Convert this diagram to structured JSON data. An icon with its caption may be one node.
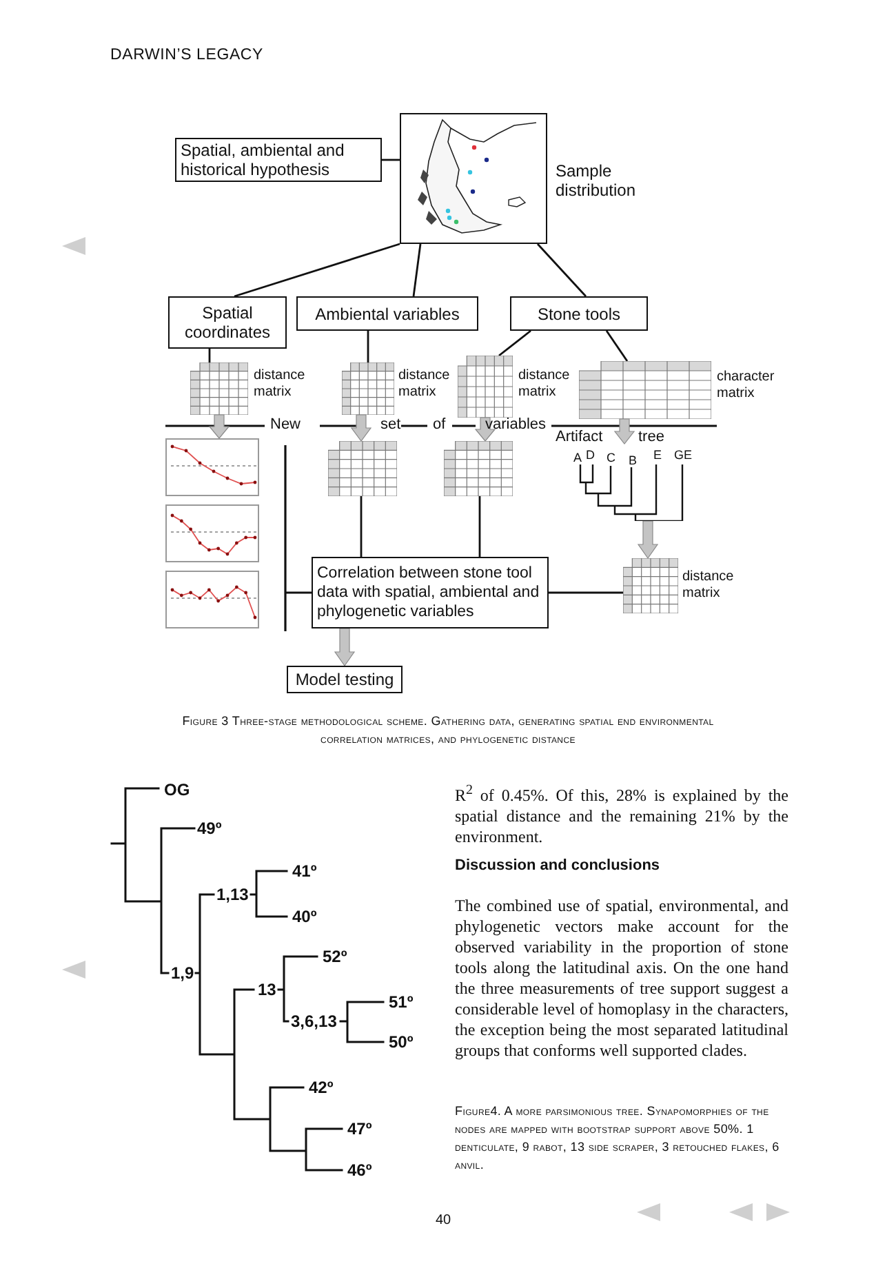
{
  "diagram": {
    "caption": "Figure 3 Three-stage methodological scheme. Gathering data, generating spatial end environmental correlation matrices, and phylogenetic distance",
    "nodes": [
      {
        "text": [
          "Spatial, ambiental and historical hypothesis"
        ]
      },
      {
        "text": [],
        "shape": "picture",
        "beside": [
          "Sample distribution"
        ]
      },
      {
        "text": [
          "Spatial coordinates"
        ]
      },
      {
        "text": [
          "Ambiental variables"
        ]
      },
      {
        "text": [
          "Stone tools"
        ]
      },
      {
        "text": [],
        "shape": "box",
        "beside": [
          "distance matrix"
        ]
      },
      {
        "text": [],
        "shape": "box",
        "beside": [
          "distance matrix"
        ]
      },
      {
        "text": [],
        "shape": "box",
        "beside": [
          "distance matrix"
        ]
      },
      {
        "text": [],
        "shape": "box",
        "beside": [
          "character matrix"
        ]
      },
      {
        "text": [],
        "shape": "picture"
      },
      {
        "text": [],
        "shape": "box"
      },
      {
        "text": [],
        "shape": "box"
      },
      {
        "text": [],
        "shape": "picture"
      },
      {
        "text": [],
        "shape": "box",
        "beside": [
          "distance matrix"
        ]
      },
      {
        "text": [
          "Correlation between stone tool data with spatial, ambiental and phylogenetic variables"
        ]
      },
      {
        "text": [
          "Model testing"
        ]
      }
    ],
    "edges": [
      {
        "from": 0,
        "to": 1,
        "arrow": "none"
      },
      {
        "from": 1,
        "to": 2,
        "arrow": "none"
      },
      {
        "from": 1,
        "to": 3,
        "arrow": "none"
      },
      {
        "from": 1,
        "to": 4,
        "arrow": "none"
      },
      {
        "from": 2,
        "to": 5,
        "arrow": "none"
      },
      {
        "from": 3,
        "to": 6,
        "arrow": "none"
      },
      {
        "from": 4,
        "to": 7,
        "arrow": "none"
      },
      {
        "from": 4,
        "to": 8,
        "arrow": "none"
      },
      {
        "from": 5,
        "to": 9,
        "arrow": "to",
        "style": "thick",
        "color": "#c4c4c4"
      },
      {
        "from": 6,
        "to": 10,
        "arrow": "to",
        "style": "thick",
        "color": "#c4c4c4"
      },
      {
        "from": 7,
        "to": 11,
        "arrow": "to",
        "style": "thick",
        "color": "#c4c4c4"
      },
      {
        "from": 8,
        "to": 12,
        "arrow": "to",
        "style": "thick",
        "color": "#c4c4c4"
      },
      {
        "from": 12,
        "to": 13,
        "arrow": "to",
        "style": "thick",
        "color": "#c4c4c4"
      },
      {
        "from": 10,
        "to": 14,
        "arrow": "none"
      },
      {
        "from": 11,
        "to": 14,
        "arrow": "none"
      },
      {
        "from": 9,
        "to": 14,
        "arrow": "none"
      },
      {
        "from": 13,
        "to": 14,
        "arrow": "none"
      },
      {
        "from": 14,
        "to": 15,
        "arrow": "to",
        "style": "thick",
        "color": "#c4c4c4"
      }
    ],
    "labels": [
      "DARWIN’S LEGACY",
      "New",
      "set",
      "of",
      "variables",
      "Artifact",
      "tree",
      "A",
      "D",
      "C",
      "B",
      "E",
      "GE",
      "OG",
      "49º",
      "1,13",
      "41º",
      "40º",
      "1,9",
      "52º",
      "13",
      "3,6,13",
      "51º",
      "50º",
      "42º",
      "47º",
      "46º",
      "R$^{2}$ of 0.45%. Of this, 28% is explained by the spatial distance and the remaining 21% by the environment.",
      "Discussion and conclusions",
      "The combined use of spatial, environmental, and phylogenetic vectors make account for the observed variability in the proportion of stone tools along the latitudinal axis. On the one hand the three measurements of tree support suggest a considerable level of homoplasy in the characters, the exception being the most separated latitudinal groups that conforms well supported clades.",
      "Figure4. A more parsimonious tree. Synapomorphies of the nodes are mapped with bootstrap support above 50%. 1 denticulate, 9 rabot, 13 side scraper, 3 retouched flakes, 6 anvil.",
      "40"
    ]
  }
}
